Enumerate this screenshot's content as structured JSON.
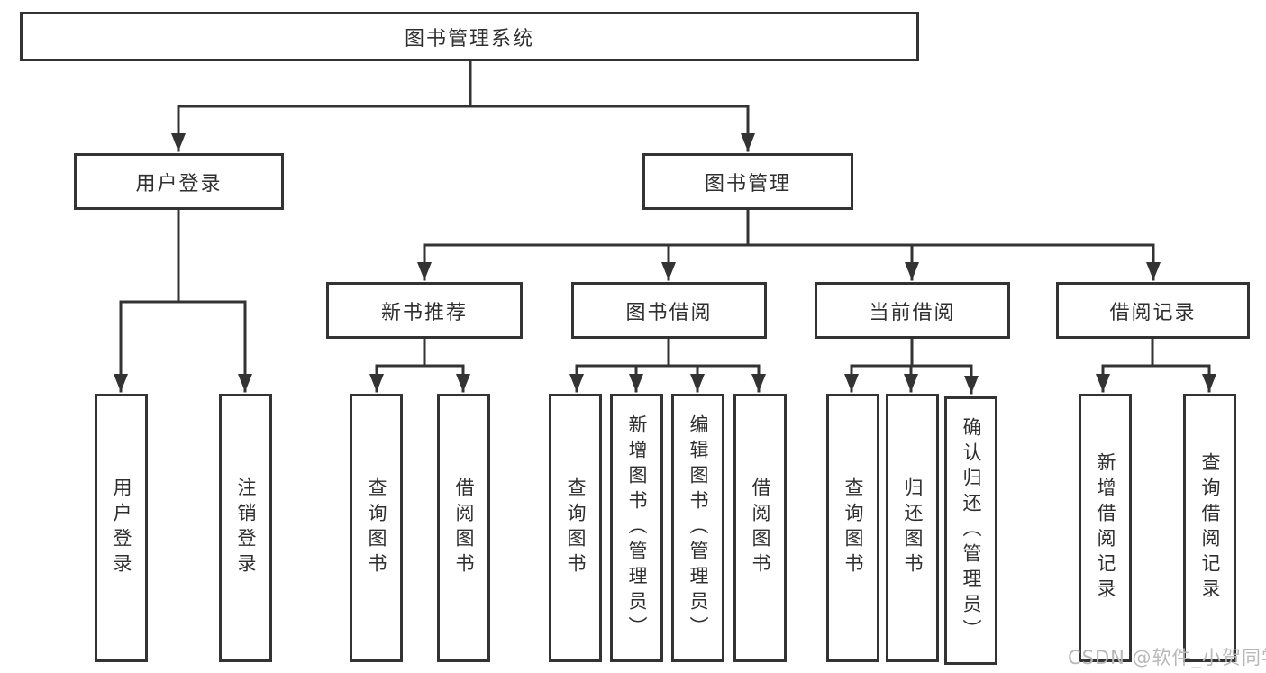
{
  "colors": {
    "line": "#333333",
    "text": "#2f2f2f",
    "background": "#ffffff",
    "watermark": "#b8b8b8"
  },
  "diagram": {
    "root": {
      "label": "图书管理系统"
    },
    "level2": [
      {
        "id": "user-login",
        "label": "用户登录"
      },
      {
        "id": "book-management",
        "label": "图书管理"
      }
    ],
    "level3": [
      {
        "id": "new-book-recommend",
        "parent": "图书管理",
        "label": "新书推荐"
      },
      {
        "id": "book-borrow",
        "parent": "图书管理",
        "label": "图书借阅"
      },
      {
        "id": "current-borrow",
        "parent": "图书管理",
        "label": "当前借阅"
      },
      {
        "id": "borrow-records",
        "parent": "图书管理",
        "label": "借阅记录"
      }
    ],
    "leaves": [
      {
        "parent": "用户登录",
        "label": "用户登录"
      },
      {
        "parent": "用户登录",
        "label": "注销登录"
      },
      {
        "parent": "新书推荐",
        "label": "查询图书"
      },
      {
        "parent": "新书推荐",
        "label": "借阅图书"
      },
      {
        "parent": "图书借阅",
        "label": "查询图书"
      },
      {
        "parent": "图书借阅",
        "label": "新增图书（管理员）"
      },
      {
        "parent": "图书借阅",
        "label": "编辑图书（管理员）"
      },
      {
        "parent": "图书借阅",
        "label": "借阅图书"
      },
      {
        "parent": "当前借阅",
        "label": "查询图书"
      },
      {
        "parent": "当前借阅",
        "label": "归还图书"
      },
      {
        "parent": "当前借阅",
        "label": "确认归还（管理员）"
      },
      {
        "parent": "借阅记录",
        "label": "新增借阅记录"
      },
      {
        "parent": "借阅记录",
        "label": "查询借阅记录"
      }
    ]
  },
  "watermark": {
    "text": "CSDN @软件_小贺同学"
  }
}
